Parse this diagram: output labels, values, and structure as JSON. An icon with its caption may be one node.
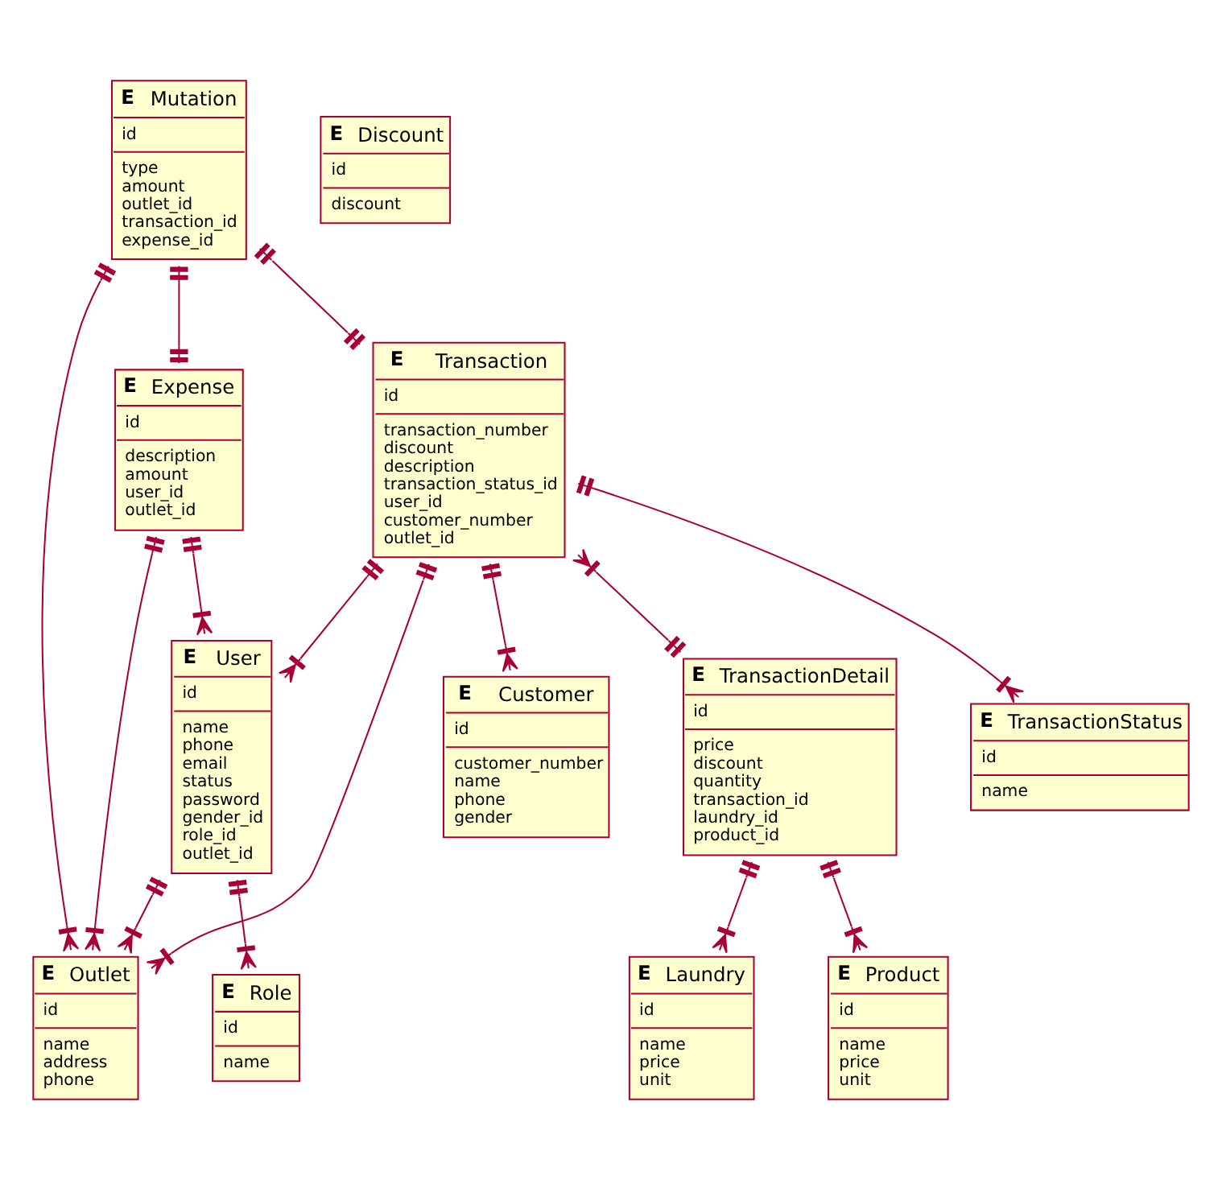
{
  "diagram": {
    "nodes": [
      {
        "text": [
          "E",
          "Mutation",
          "id",
          "type",
          "amount",
          "outlet_id",
          "transaction_id",
          "expense_id"
        ]
      },
      {
        "text": [
          "E",
          "Discount",
          "id",
          "discount"
        ]
      },
      {
        "text": [
          "E",
          "Expense",
          "id",
          "description",
          "amount",
          "user_id",
          "outlet_id"
        ]
      },
      {
        "text": [
          "E",
          "Transaction",
          "id",
          "transaction_number",
          "discount",
          "description",
          "transaction_status_id",
          "user_id",
          "customer_number",
          "outlet_id"
        ]
      },
      {
        "text": [
          "E",
          "User",
          "id",
          "name",
          "phone",
          "email",
          "status",
          "password",
          "gender_id",
          "role_id",
          "outlet_id"
        ]
      },
      {
        "text": [
          "E",
          "Customer",
          "id",
          "customer_number",
          "name",
          "phone",
          "gender"
        ]
      },
      {
        "text": [
          "E",
          "TransactionDetail",
          "id",
          "price",
          "discount",
          "quantity",
          "transaction_id",
          "laundry_id",
          "product_id"
        ]
      },
      {
        "text": [
          "E",
          "TransactionStatus",
          "id",
          "name"
        ]
      },
      {
        "text": [
          "E",
          "Outlet",
          "id",
          "name",
          "address",
          "phone"
        ]
      },
      {
        "text": [
          "E",
          "Role",
          "id",
          "name"
        ]
      },
      {
        "text": [
          "E",
          "Laundry",
          "id",
          "name",
          "price",
          "unit"
        ]
      },
      {
        "text": [
          "E",
          "Product",
          "id",
          "name",
          "price",
          "unit"
        ]
      }
    ],
    "edges": [
      {
        "from": 0,
        "to": 8,
        "arrow": "other"
      },
      {
        "from": 0,
        "to": 2,
        "arrow": "other"
      },
      {
        "from": 0,
        "to": 3,
        "arrow": "other"
      },
      {
        "from": 2,
        "to": 8,
        "arrow": "other"
      },
      {
        "from": 2,
        "to": 4,
        "arrow": "other"
      },
      {
        "from": 3,
        "to": 4,
        "arrow": "other"
      },
      {
        "from": 3,
        "to": 8,
        "arrow": "other"
      },
      {
        "from": 3,
        "to": 5,
        "arrow": "other"
      },
      {
        "from": 3,
        "to": 6,
        "arrow": "other"
      },
      {
        "from": 3,
        "to": 7,
        "arrow": "other"
      },
      {
        "from": 4,
        "to": 8,
        "arrow": "other"
      },
      {
        "from": 4,
        "to": 9,
        "arrow": "other"
      },
      {
        "from": 6,
        "to": 10,
        "arrow": "other"
      },
      {
        "from": 6,
        "to": 11,
        "arrow": "other"
      }
    ]
  }
}
